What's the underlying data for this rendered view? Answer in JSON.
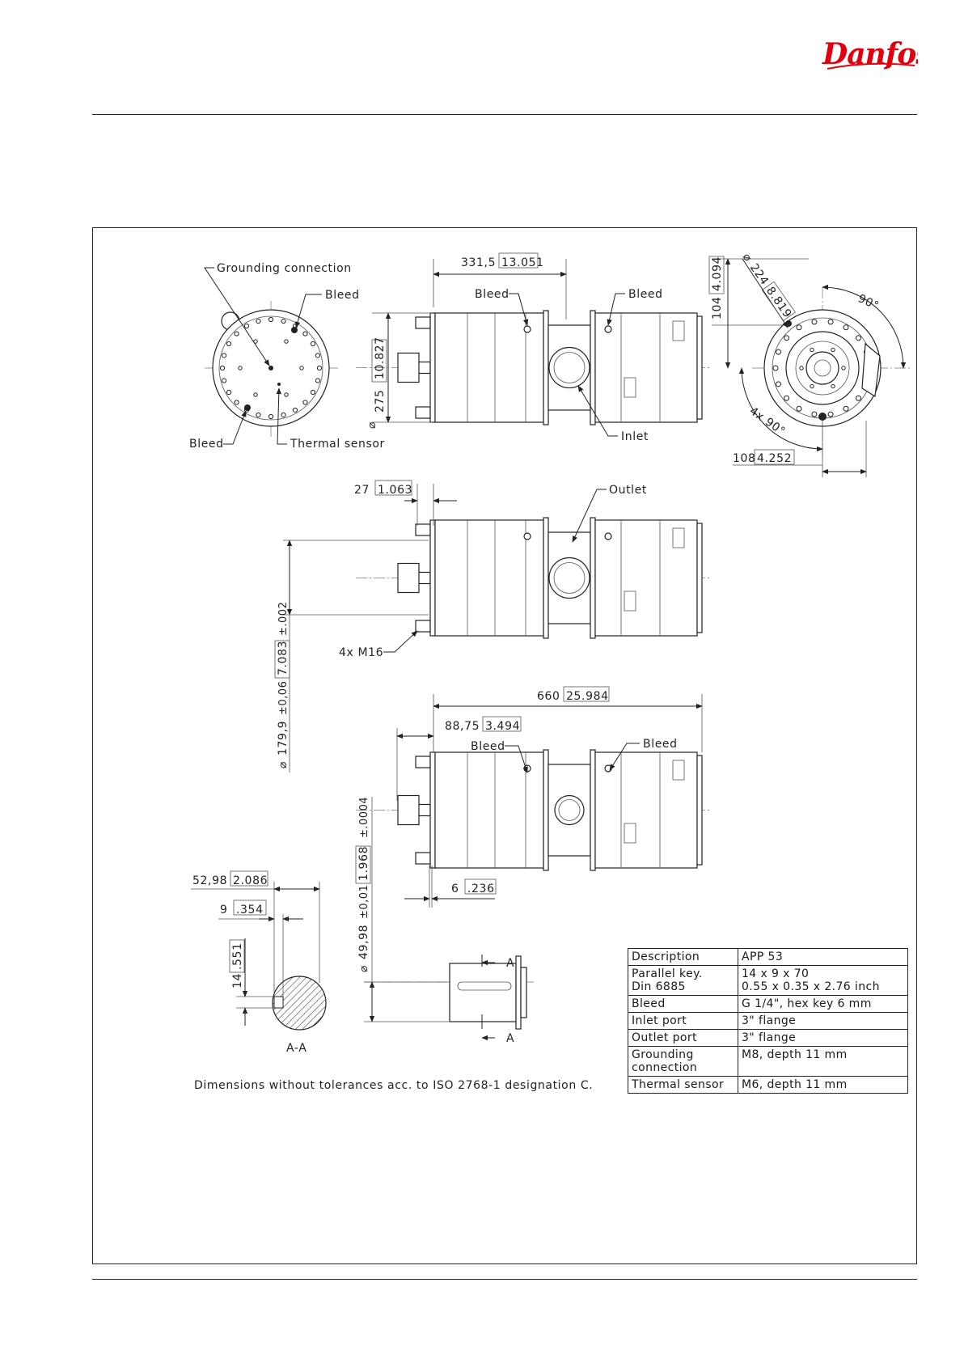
{
  "brand": {
    "logo_text": "Danfoss",
    "logo_color": "#e2000f"
  },
  "callouts": {
    "grounding_connection": "Grounding connection",
    "bleed": "Bleed",
    "thermal_sensor": "Thermal sensor",
    "inlet": "Inlet",
    "outlet": "Outlet",
    "bolts": "4x M16",
    "section_mark": "A",
    "section_label": "A-A"
  },
  "dimensions": {
    "d_331": "331,5",
    "d_331_in": "13.051",
    "d_275": "275",
    "d_275_in": "10.827",
    "d_224": "224",
    "d_224_in": "8.819",
    "d_104": "104",
    "d_104_in": "4.094",
    "angle_90": "90°",
    "angle_4x90": "4x 90°",
    "d_108": "108",
    "d_108_in": "4.252",
    "d_27": "27",
    "d_27_in": "1.063",
    "d_179": "179,9",
    "d_179_tol": "±0,06",
    "d_179_in": "7.083",
    "d_179_in_tol": "±.002",
    "d_660": "660",
    "d_660_in": "25.984",
    "d_88": "88,75",
    "d_88_in": "3.494",
    "d_6": "6",
    "d_6_in": ".236",
    "d_52": "52,98",
    "d_52_in": "2.086",
    "d_9": "9",
    "d_9_in": ".354",
    "d_14": "14",
    "d_14_in": ".551",
    "d_49": "49,98",
    "d_49_tol": "±0,01",
    "d_49_in": "1.968",
    "d_49_in_tol": "±.0004"
  },
  "spec_table": [
    {
      "key": "Description",
      "value": "APP 53"
    },
    {
      "key": "Parallel key.\nDin 6885",
      "value": "14 x 9 x 70\n0.55 x 0.35 x 2.76 inch"
    },
    {
      "key": "Bleed",
      "value": "G 1/4\", hex key 6 mm"
    },
    {
      "key": "Inlet port",
      "value": "3\" flange"
    },
    {
      "key": "Outlet port",
      "value": "3\" flange"
    },
    {
      "key": "Grounding connection",
      "value": "M8, depth 11 mm"
    },
    {
      "key": "Thermal sensor",
      "value": "M6, depth 11 mm"
    }
  ],
  "note": "Dimensions without tolerances acc. to ISO 2768-1 designation C."
}
